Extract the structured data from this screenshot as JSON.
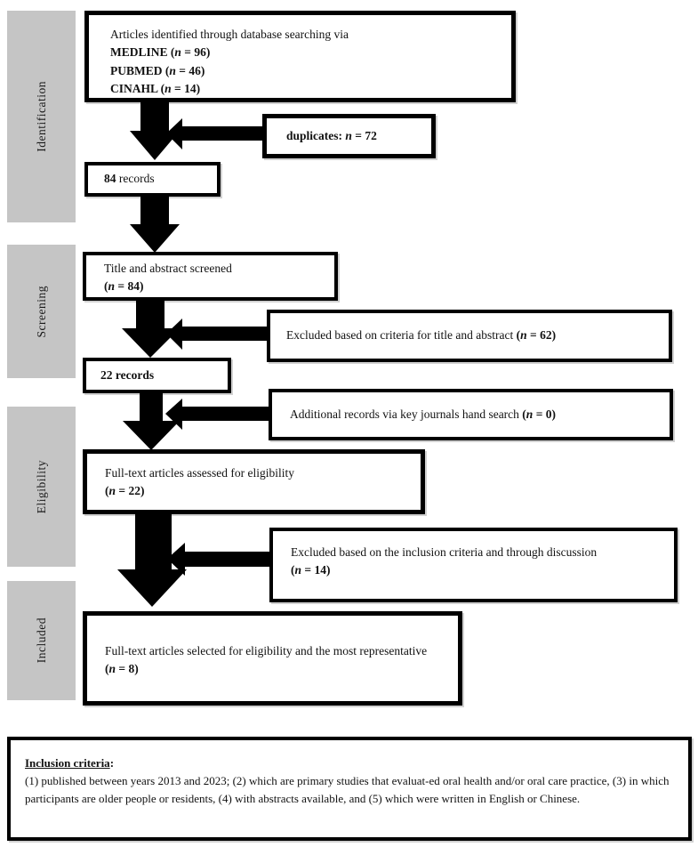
{
  "figure": {
    "type": "prisma-flow-diagram",
    "colors": {
      "stage_bg": "#c5c5c5",
      "box_border": "#000000",
      "box_bg": "#ffffff",
      "arrow": "#000000"
    },
    "stages": [
      {
        "label": "Identification"
      },
      {
        "label": "Screening"
      },
      {
        "label": "Eligibility"
      },
      {
        "label": "Included"
      }
    ],
    "boxes": {
      "database_search": {
        "title": "Articles identified through database searching via",
        "sources": [
          {
            "name": "MEDLINE (",
            "n": "n",
            "value": " = 96)"
          },
          {
            "name": "PUBMED (",
            "n": "n",
            "value": " = 46)"
          },
          {
            "name": "CINAHL (",
            "n": "n",
            "value": " = 14)"
          }
        ]
      },
      "duplicates": {
        "text": "duplicates: ",
        "n": "n",
        "value": " = 72"
      },
      "records_84": {
        "num": "84",
        "rest": " records"
      },
      "screened": {
        "text": "Title and abstract screened",
        "open": "(",
        "n": "n",
        "rest": " = 84)"
      },
      "excluded_title_abstract": {
        "text": "Excluded based on criteria for title and abstract ",
        "open": "(",
        "n": "n",
        "rest": " = 62)"
      },
      "records_22": {
        "text": "22 records"
      },
      "additional_records": {
        "text": "Additional records via key journals hand search ",
        "open": "(",
        "n": "n",
        "rest": " = 0)"
      },
      "assessed": {
        "text": "Full-text articles assessed for eligibility",
        "open": "(",
        "n": "n",
        "rest": " = 22)"
      },
      "excluded_discussion": {
        "text": "Excluded based on the inclusion criteria and through discussion",
        "open": "(",
        "n": "n",
        "rest": " = 14)"
      },
      "selected": {
        "text": "Full-text articles selected for eligibility and the most representative",
        "open": "(",
        "n": "n",
        "rest": " = 8)"
      },
      "inclusion_criteria": {
        "title": "Inclusion criteria",
        "colon": ":",
        "body": "(1) published between years 2013 and 2023; (2) which are primary studies that evaluat-ed oral health and/or oral care practice, (3) in which participants are older people or residents, (4) with abstracts available, and (5) which were written in English or Chinese."
      }
    }
  }
}
